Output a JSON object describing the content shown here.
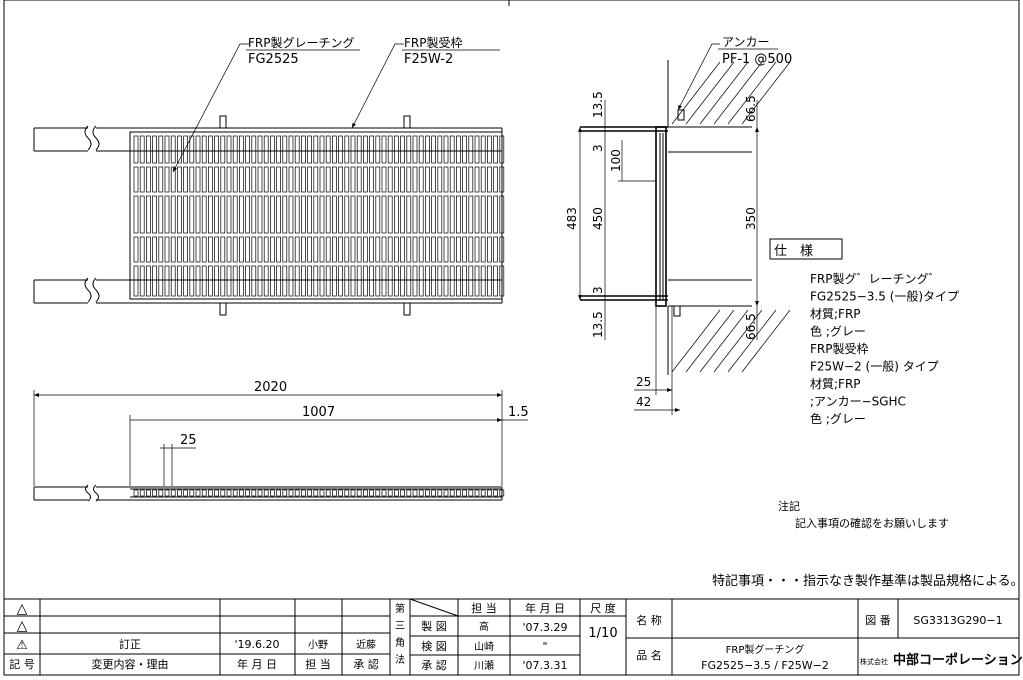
{
  "plan_view": {
    "label_grating_line1": "FRP製グレーチング",
    "label_grating_line2": "FG2525",
    "label_frame_line1": "FRP製受枠",
    "label_frame_line2": "F25W-2"
  },
  "elevation_view": {
    "dim_total": "2020",
    "dim_grating": "1007",
    "dim_gap": "1.5",
    "dim_pitch": "25"
  },
  "section_view": {
    "anchor_label": "アンカー",
    "anchor_spec": "PF-1  @500",
    "dim_top": "13.5",
    "dim_3a": "3",
    "dim_100": "100",
    "dim_450": "450",
    "dim_483": "483",
    "dim_3b": "3",
    "dim_bottom": "13.5",
    "dim_66a": "66.5",
    "dim_350": "350",
    "dim_66b": "66.5",
    "dim_25": "25",
    "dim_42": "42"
  },
  "spec": {
    "title": "仕　様",
    "lines": [
      "FRP製グ゛レーチング゛",
      "  FG2525−3.5 (一般)タイプ",
      "  材質;FRP",
      "  色 ;グレー",
      "FRP製受枠",
      "  F25W−2 (一般) タイプ",
      "  材質;FRP",
      "      ;アンカー−SGHC",
      "  色 ;グレー"
    ]
  },
  "notes": {
    "title": "注記",
    "line": "記入事項の確認をお願いします",
    "special": "特記事項・・・指示なき製作基準は製品規格による。"
  },
  "title_block": {
    "rev_symbol_1": "△",
    "rev_symbol_2": "△",
    "rev_symbol_3": "⚠",
    "rev_desc": "訂正",
    "rev_date": "'19.6.20",
    "rev_person": "小野",
    "rev_approver": "近藤",
    "h_kigou": "記 号",
    "h_naiyou": "変更内容・理由",
    "h_date": "年 月 日",
    "h_tantou": "担 当",
    "h_shounin": "承 認",
    "projection": "第三角法",
    "col_tantou": "担 当",
    "col_date": "年 月 日",
    "row_seizu": "製 図",
    "row_kenzu": "検 図",
    "row_shounin": "承 認",
    "seizu_person": "高",
    "seizu_date": "'07.3.29",
    "kenzu_person": "山崎",
    "kenzu_date": "\"",
    "shounin_person": "川瀬",
    "shounin_date": "'07.3.31",
    "scale_label": "尺 度",
    "scale_value": "1/10",
    "name_label": "名 称",
    "product_label": "品 名",
    "product_line1": "FRP製グーチング",
    "product_line2": "FG2525−3.5 / F25W−2",
    "drawing_no_label": "図 番",
    "drawing_no": "SG3313G290−1",
    "company_prefix": "株式会社",
    "company": "中部コーポレーション"
  }
}
